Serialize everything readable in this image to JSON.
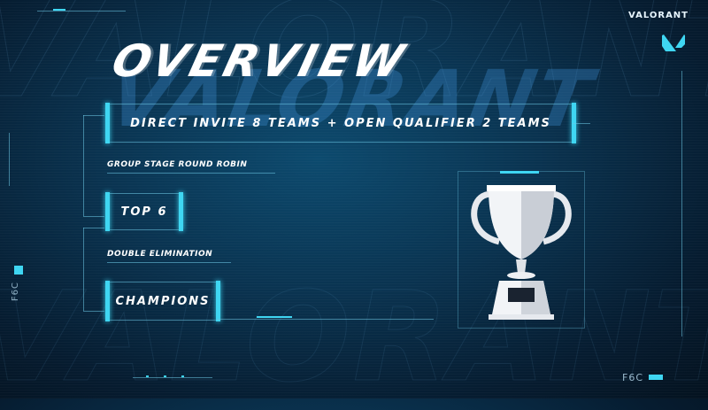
{
  "brand": {
    "logo_text": "VALORANT"
  },
  "background": {
    "word": "VALORANT"
  },
  "title": "OVERVIEW",
  "stages": [
    {
      "box": "DIRECT INVITE 8 TEAMS  + OPEN QUALIFIER 2 TEAMS"
    },
    {
      "label": "GROUP STAGE ROUND ROBIN",
      "box": "TOP 6"
    },
    {
      "label": "DOUBLE ELIMINATION",
      "box": "CHAMPIONS"
    }
  ],
  "footer": {
    "side_code": "F6C",
    "corner_code": "F6C"
  },
  "colors": {
    "accent": "#3fd6f2",
    "background": "#0a3350",
    "text": "#ffffff"
  },
  "icons": {
    "trophy": "trophy-icon",
    "logo": "valorant-logo-icon"
  }
}
